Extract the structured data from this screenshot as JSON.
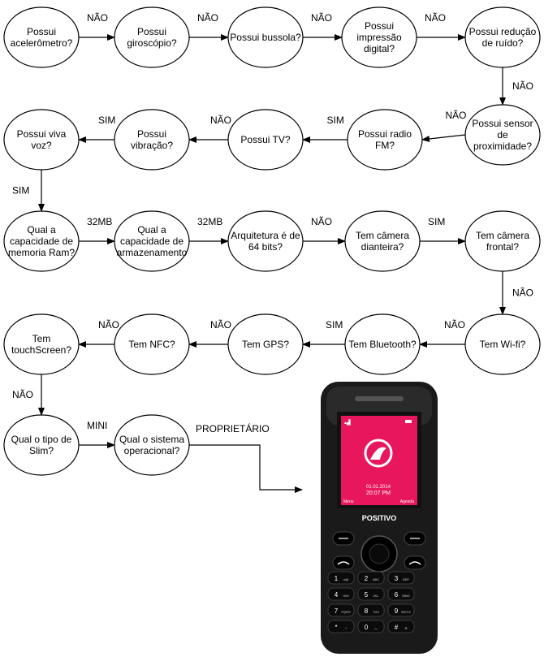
{
  "nodes": [
    {
      "id": "n1",
      "lines": [
        "Possui",
        "acelerômetro?"
      ]
    },
    {
      "id": "n2",
      "lines": [
        "Possui",
        "giroscópio?"
      ]
    },
    {
      "id": "n3",
      "lines": [
        "Possui bussola?"
      ]
    },
    {
      "id": "n4",
      "lines": [
        "Possui",
        "impressão",
        "digital?"
      ]
    },
    {
      "id": "n5",
      "lines": [
        "Possui redução",
        "de ruído?"
      ]
    },
    {
      "id": "n6",
      "lines": [
        "Possui sensor",
        "de",
        "proximidade?"
      ]
    },
    {
      "id": "n7",
      "lines": [
        "Possui radio",
        "FM?"
      ]
    },
    {
      "id": "n8",
      "lines": [
        "Possui TV?"
      ]
    },
    {
      "id": "n9",
      "lines": [
        "Possui",
        "vibração?"
      ]
    },
    {
      "id": "n10",
      "lines": [
        "Possui viva",
        "voz?"
      ]
    },
    {
      "id": "n11",
      "lines": [
        "Qual a",
        "capacidade de",
        "memoria Ram?"
      ]
    },
    {
      "id": "n12",
      "lines": [
        "Qual a",
        "capacidade de",
        "armazenamento"
      ]
    },
    {
      "id": "n13",
      "lines": [
        "Arquitetura é de",
        "64 bits?"
      ]
    },
    {
      "id": "n14",
      "lines": [
        "Tem câmera",
        "dianteira?"
      ]
    },
    {
      "id": "n15",
      "lines": [
        "Tem câmera",
        "frontal?"
      ]
    },
    {
      "id": "n16",
      "lines": [
        "Tem Wi-fi?"
      ]
    },
    {
      "id": "n17",
      "lines": [
        "Tem Bluetooth?"
      ]
    },
    {
      "id": "n18",
      "lines": [
        "Tem GPS?"
      ]
    },
    {
      "id": "n19",
      "lines": [
        "Tem NFC?"
      ]
    },
    {
      "id": "n20",
      "lines": [
        "Tem",
        "touchScreen?"
      ]
    },
    {
      "id": "n21",
      "lines": [
        "Qual o tipo de",
        "Slim?"
      ]
    },
    {
      "id": "n22",
      "lines": [
        "Qual o sistema",
        "operacional?"
      ]
    }
  ],
  "edges": [
    {
      "from": "n1",
      "to": "n2",
      "label": "NÃO"
    },
    {
      "from": "n2",
      "to": "n3",
      "label": "NÃO"
    },
    {
      "from": "n3",
      "to": "n4",
      "label": "NÃO"
    },
    {
      "from": "n4",
      "to": "n5",
      "label": "NÃO"
    },
    {
      "from": "n5",
      "to": "n6",
      "label": "NÃO"
    },
    {
      "from": "n6",
      "to": "n7",
      "label": "NÃO"
    },
    {
      "from": "n7",
      "to": "n8",
      "label": "SIM"
    },
    {
      "from": "n8",
      "to": "n9",
      "label": "NÃO"
    },
    {
      "from": "n9",
      "to": "n10",
      "label": "SIM"
    },
    {
      "from": "n10",
      "to": "n11",
      "label": "SIM"
    },
    {
      "from": "n11",
      "to": "n12",
      "label": "32MB"
    },
    {
      "from": "n12",
      "to": "n13",
      "label": "32MB"
    },
    {
      "from": "n13",
      "to": "n14",
      "label": "NÃO"
    },
    {
      "from": "n14",
      "to": "n15",
      "label": "SIM"
    },
    {
      "from": "n15",
      "to": "n16",
      "label": "NÃO"
    },
    {
      "from": "n16",
      "to": "n17",
      "label": "NÃO"
    },
    {
      "from": "n17",
      "to": "n18",
      "label": "SIM"
    },
    {
      "from": "n18",
      "to": "n19",
      "label": "NÃO"
    },
    {
      "from": "n19",
      "to": "n20",
      "label": "NÃO"
    },
    {
      "from": "n20",
      "to": "n21",
      "label": "NÃO"
    },
    {
      "from": "n21",
      "to": "n22",
      "label": "MINI"
    },
    {
      "from": "n22",
      "to": "phone",
      "label": "PROPRIETÁRIO"
    }
  ],
  "phone": {
    "brand": "POSITIVO",
    "date": "01.01.2014",
    "time": "20:07 PM",
    "soft_left": "Menu",
    "soft_right": "Agenda",
    "screen_color": "#e8175d",
    "keys": [
      [
        "1",
        "ò@"
      ],
      [
        "2",
        "ABC"
      ],
      [
        "3",
        "DEF"
      ],
      [
        "4",
        "GHI"
      ],
      [
        "5",
        "JKL"
      ],
      [
        "6",
        "MNO"
      ],
      [
        "7",
        "PQRS"
      ],
      [
        "8",
        "TUV"
      ],
      [
        "9",
        "WXYZ"
      ],
      [
        "*",
        "+"
      ],
      [
        "0",
        "⌴"
      ],
      [
        "#",
        "⊕"
      ]
    ]
  }
}
